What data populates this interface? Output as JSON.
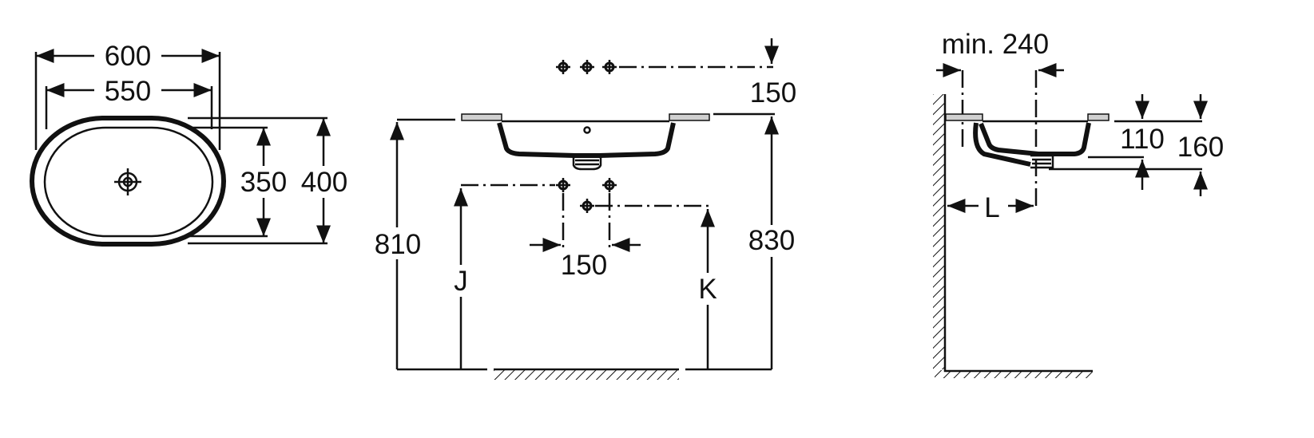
{
  "top_view": {
    "overall_width": "600",
    "inner_width": "550",
    "inner_depth": "350",
    "overall_depth": "400"
  },
  "front_view": {
    "tap_height_offset": "150",
    "counter_height_left": "810",
    "counter_height_right": "830",
    "tap_spacing": "150",
    "label_j": "J",
    "label_k": "K"
  },
  "side_view": {
    "min_distance": "min. 240",
    "label_l": "L",
    "bowl_depth": "110",
    "total_depth": "160"
  },
  "colors": {
    "line": "#111111",
    "slab": "#d0d0d0"
  }
}
